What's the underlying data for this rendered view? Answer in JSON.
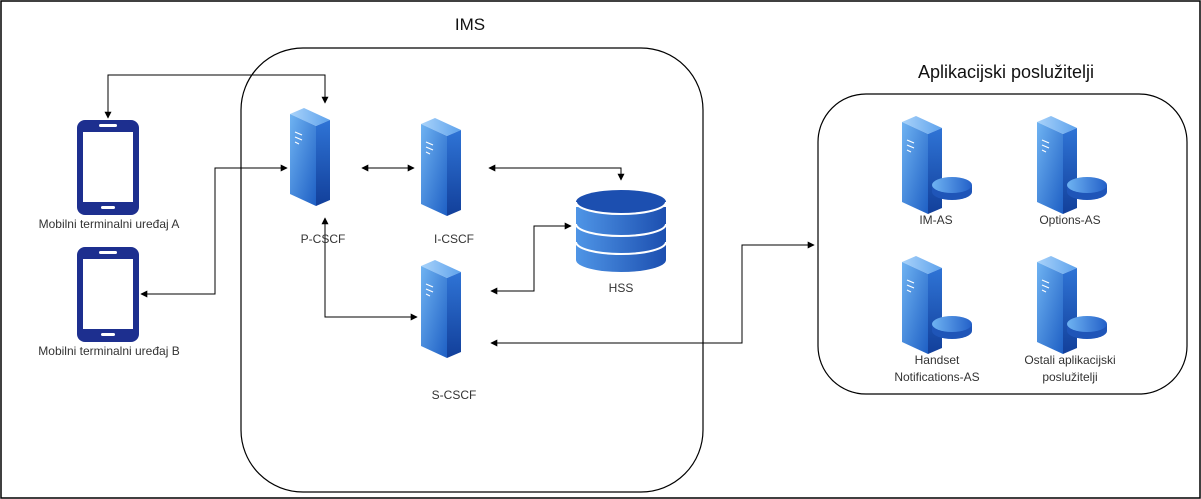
{
  "groups": {
    "ims": "IMS",
    "app_servers": "Aplikacijski poslužitelji"
  },
  "nodes": {
    "device_a": {
      "label": "Mobilni terminalni uređaj A",
      "icon": "mobile-phone-icon"
    },
    "device_b": {
      "label": "Mobilni terminalni uređaj B",
      "icon": "mobile-phone-icon"
    },
    "pcscf": {
      "label": "P-CSCF",
      "icon": "server-icon"
    },
    "icscf": {
      "label": "I-CSCF",
      "icon": "server-icon"
    },
    "scscf": {
      "label": "S-CSCF",
      "icon": "server-icon"
    },
    "hss": {
      "label": "HSS",
      "icon": "database-icon"
    },
    "im_as": {
      "label": "IM-AS",
      "icon": "application-server-icon"
    },
    "options_as": {
      "label": "Options-AS",
      "icon": "application-server-icon"
    },
    "handset_as": {
      "label_line1": "Handset",
      "label_line2": "Notifications-AS",
      "icon": "application-server-icon"
    },
    "other_as": {
      "label_line1": "Ostali aplikacijski",
      "label_line2": "poslužitelji",
      "icon": "application-server-icon"
    }
  },
  "colors": {
    "server_light": "#4f9be8",
    "server_dark": "#1f5fbf",
    "phone": "#1d2f8f",
    "line": "#000000"
  }
}
